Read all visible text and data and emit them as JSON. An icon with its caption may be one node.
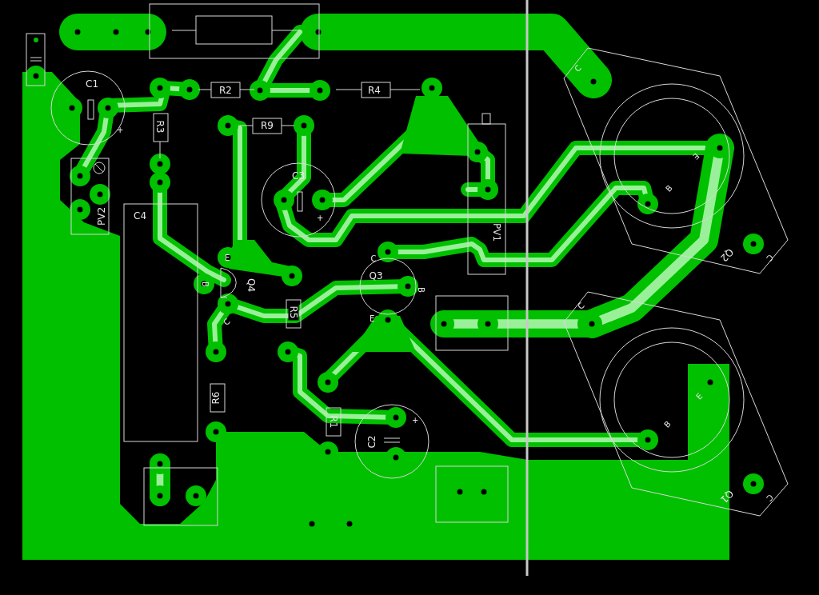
{
  "diagram": {
    "labels": [
      "C",
      "C1",
      "R2",
      "R4",
      "R9",
      "+",
      "R3",
      "E",
      "C3",
      "B",
      "C4",
      "PV2",
      "+",
      "PV1",
      "Q2",
      "C",
      "E",
      "C",
      "Q3",
      "Q4",
      "B",
      "B",
      "C",
      "R5",
      "E",
      "C",
      "E",
      "R6",
      "+",
      "R1",
      "B",
      "C2",
      "Q1",
      "C"
    ]
  }
}
